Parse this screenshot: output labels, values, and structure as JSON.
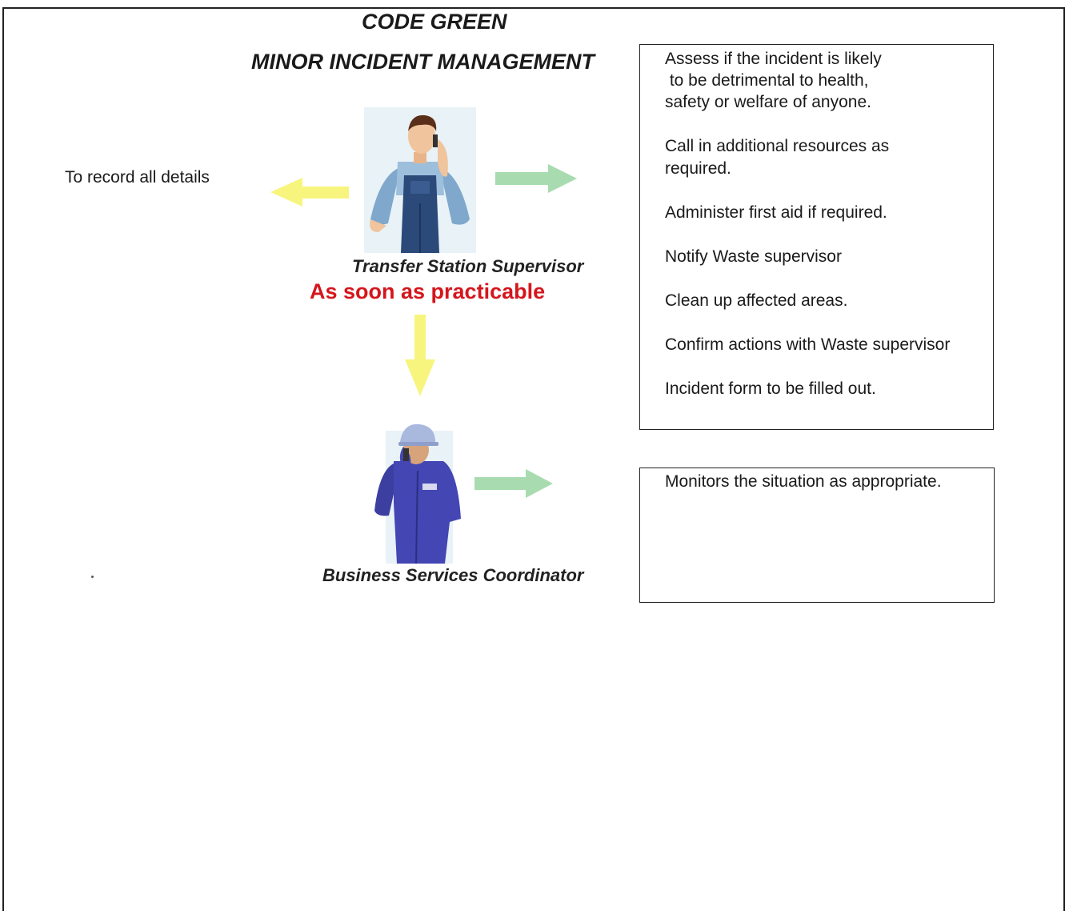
{
  "header": {
    "title": "CODE GREEN",
    "subtitle": "MINOR INCIDENT MANAGEMENT"
  },
  "left_note": "To record all details",
  "supervisor": {
    "role": "Transfer Station Supervisor",
    "timing": "As soon as practicable",
    "actions": [
      "Assess if the incident is likely",
      " to be detrimental to health,",
      "safety or welfare of anyone.",
      "Call in additional resources as",
      "required.",
      "Administer first aid if required.",
      "Notify Waste supervisor",
      "Clean up affected areas.",
      "Confirm actions with Waste supervisor",
      "Incident form to be filled out."
    ]
  },
  "coordinator": {
    "role": "Business Services Coordinator",
    "actions": [
      "Monitors the situation as appropriate."
    ]
  },
  "colors": {
    "arrow_yellow": "#f7f57e",
    "arrow_green": "#a8dcb0",
    "timing_red": "#d4161c"
  },
  "icons": [
    "worker-on-phone-icon",
    "worker-hardhat-phone-icon"
  ]
}
